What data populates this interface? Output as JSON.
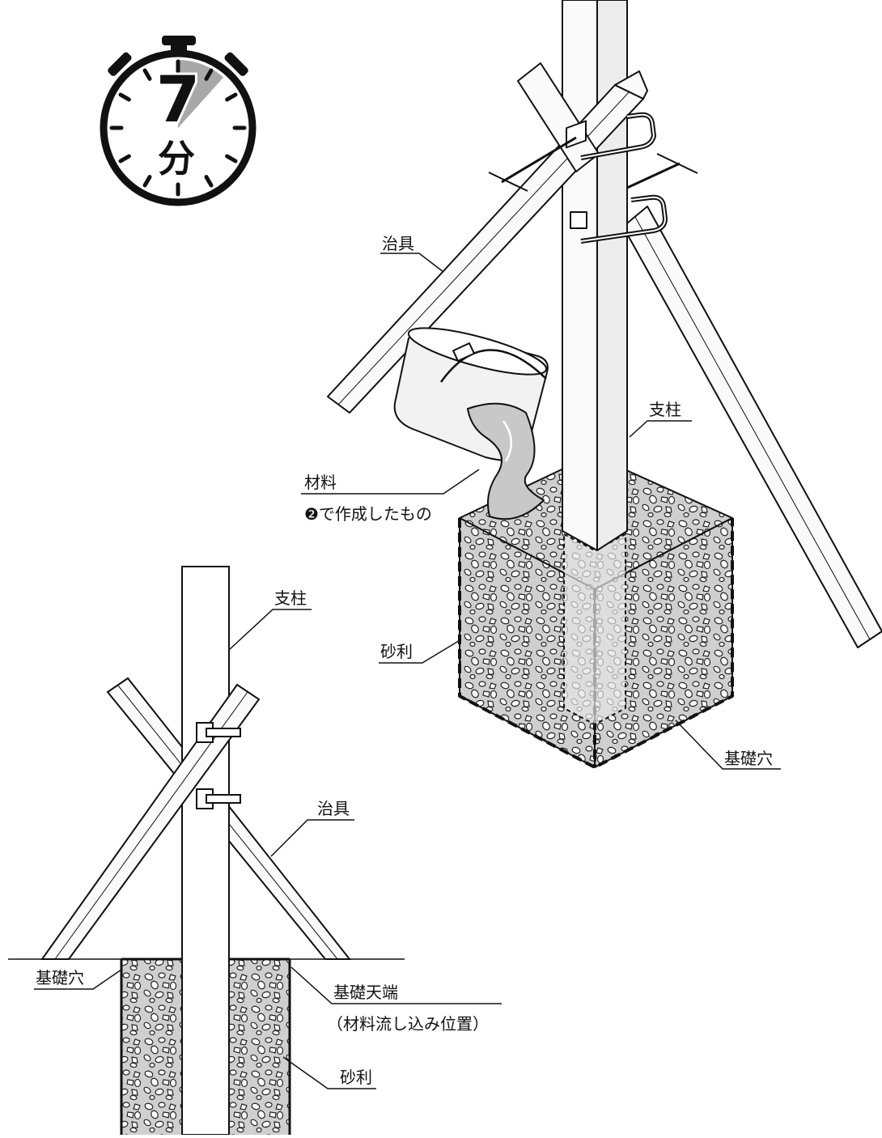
{
  "timer": {
    "number": "7",
    "unit": "分",
    "elapsed_fraction": 0.1167
  },
  "top_diagram": {
    "jig_label": "治具",
    "post_label": "支柱",
    "material_label": "材料",
    "material_note": "❷で作成したもの",
    "gravel_label": "砂利",
    "hole_label": "基礎穴"
  },
  "bottom_diagram": {
    "post_label": "支柱",
    "jig_label": "治具",
    "hole_label": "基礎穴",
    "top_label": "基礎天端",
    "top_note": "（材料流し込み位置）",
    "gravel_label": "砂利"
  },
  "colors": {
    "ink": "#111111",
    "fill_gray": "#cfcfcf",
    "light_gray": "#e4e4e4",
    "wood": "#fafafa"
  }
}
